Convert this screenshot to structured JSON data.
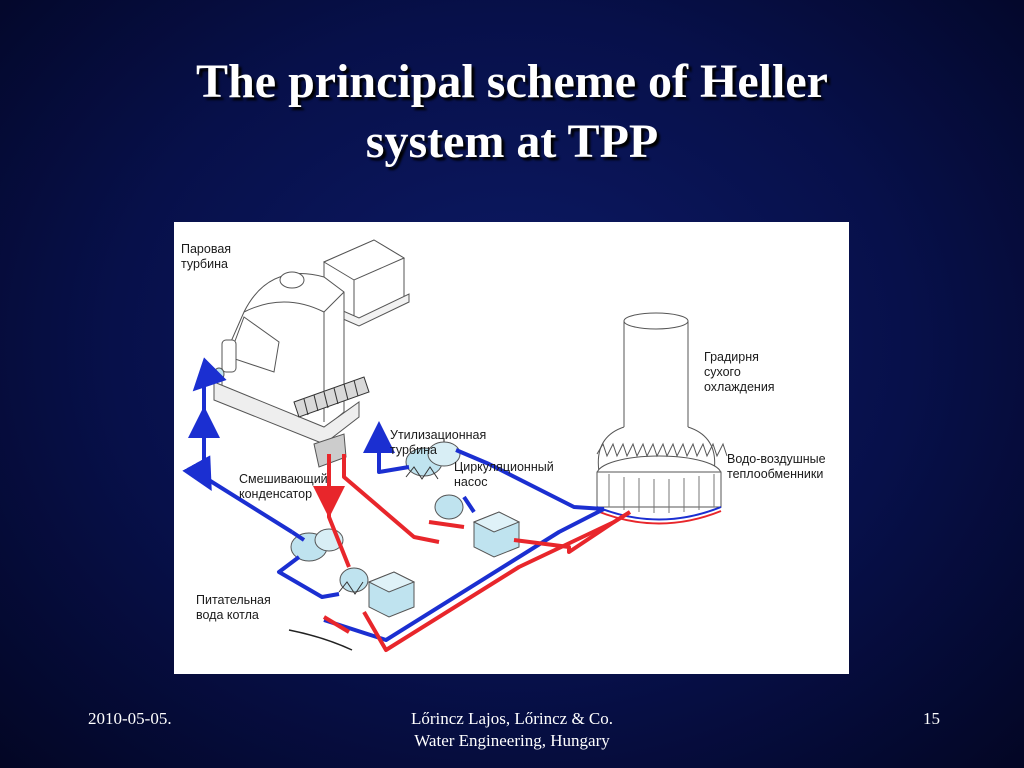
{
  "slide": {
    "title_line1": "The principal scheme of Heller",
    "title_line2": "system at TPP"
  },
  "diagram": {
    "labels": {
      "steam_turbine": [
        "Паровая",
        "турбина"
      ],
      "cooling_tower": [
        "Градирня",
        "сухого",
        "охлаждения"
      ],
      "recovery_turbine": [
        "Утилизационная",
        "турбина"
      ],
      "circulation_pump": [
        "Циркуляционный",
        "насос"
      ],
      "mixing_condenser": [
        "Смешивающий",
        "конденсатор"
      ],
      "heat_exchangers": [
        "Водо-воздушные",
        "теплообменники"
      ],
      "feed_water": [
        "Питательная",
        "вода котла"
      ]
    },
    "colors": {
      "hot_water": "#e8262b",
      "cold_water": "#1b2fd1",
      "equipment_outline": "#555555",
      "pump_fill": "#bfe3ef"
    }
  },
  "footer": {
    "date": "2010-05-05.",
    "author_line1": "Lőrincz Lajos, Lőrincz & Co.",
    "author_line2": "Water Engineering, Hungary",
    "page_number": "15"
  }
}
